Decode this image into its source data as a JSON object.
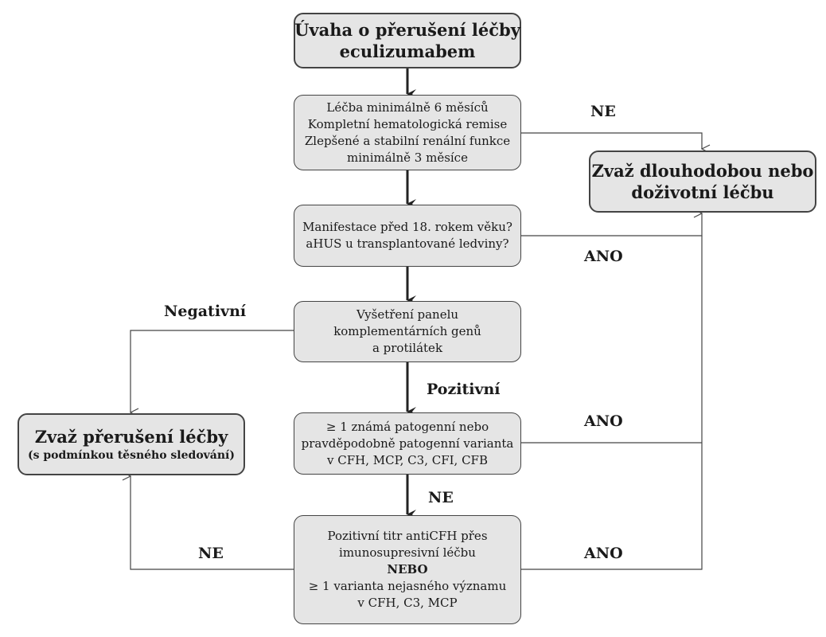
{
  "nodes": {
    "start": {
      "lines": [
        "Úvaha o přerušení léčby",
        "eculizumabem"
      ]
    },
    "criteria": {
      "lines": [
        "Léčba minimálně 6 měsíců",
        "Kompletní hematologická remise",
        "Zlepšené a stabilní renální funkce",
        "minimálně 3 měsíce"
      ]
    },
    "long_term": {
      "lines": [
        "Zvaž dlouhodobou nebo",
        "doživotní léčbu"
      ]
    },
    "manifestation": {
      "lines": [
        "Manifestace před 18. rokem věku?",
        "aHUS u transplantované ledviny?"
      ]
    },
    "panel": {
      "lines": [
        "Vyšetření panelu",
        "komplementárních genů",
        "a protilátek"
      ]
    },
    "interrupt": {
      "title": "Zvaž přerušení léčby",
      "subtitle": "(s podmínkou těsného sledování)"
    },
    "variant": {
      "lines": [
        "≥ 1 známá patogenní nebo",
        "pravděpodobně patogenní varianta",
        "v CFH, MCP, C3, CFI, CFB"
      ]
    },
    "antibody": {
      "lines": [
        "Pozitivní titr antiCFH přes",
        "imunosupresivní léčbu",
        "NEBO",
        "≥ 1 varianta nejasného významu",
        "v CFH, C3, MCP"
      ]
    }
  },
  "edge_labels": {
    "criteria_no": "NE",
    "manifestation_yes": "ANO",
    "panel_negative": "Negativní",
    "panel_positive": "Pozitivní",
    "variant_yes": "ANO",
    "variant_no": "NE",
    "antibody_no": "NE",
    "antibody_yes": "ANO"
  }
}
